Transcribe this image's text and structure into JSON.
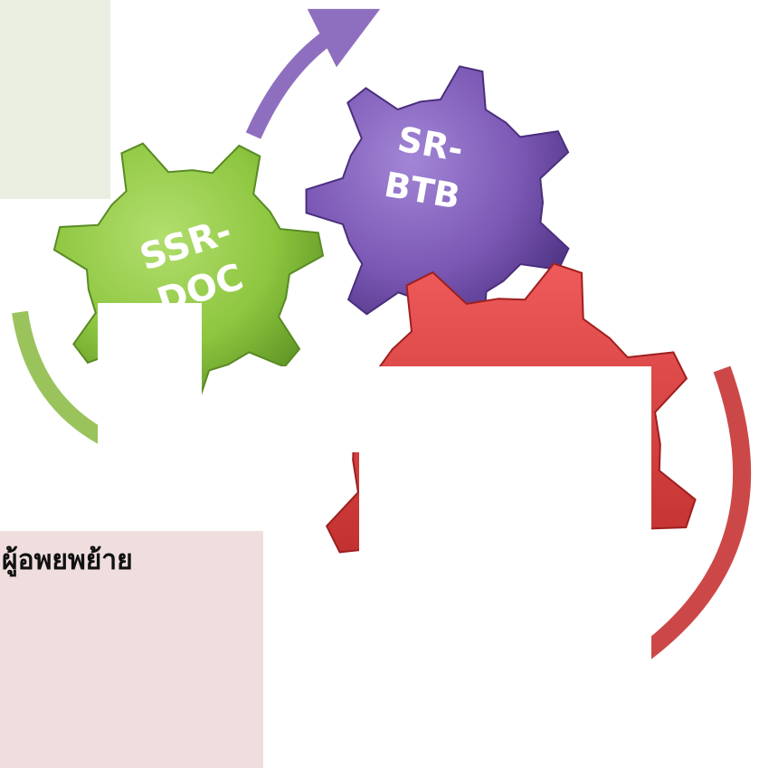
{
  "colors": {
    "green_panel": "#eaeee0",
    "pink_panel": "#f0dede",
    "green": "#8dc63f",
    "purple": "#7b58b4",
    "red": "#dc3a3a",
    "purple_arrow": "#8e6fbf",
    "green_arrow": "#9ac35c",
    "red_arrow": "#cc4848"
  },
  "gears": {
    "ssr_doc": {
      "label_line1": "SSR-",
      "label_line2": "DOC"
    },
    "sr_btb": {
      "label_line1": "SR-",
      "label_line2": "BTB"
    }
  },
  "pink_panel_text": "ผู้อพยพย้าย"
}
